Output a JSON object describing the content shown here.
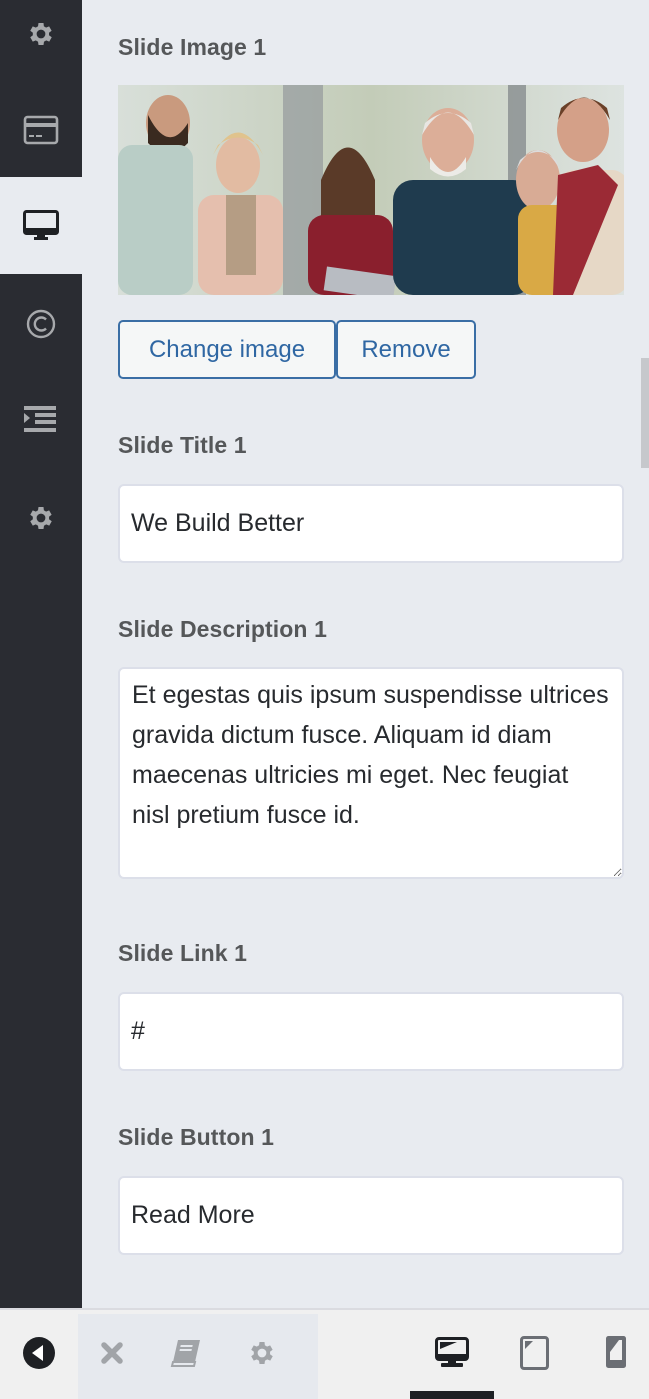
{
  "sidebar": {
    "items": [
      {
        "name": "general-settings",
        "icon": "gear-icon",
        "active": false
      },
      {
        "name": "payment",
        "icon": "credit-card-icon",
        "active": false
      },
      {
        "name": "display",
        "icon": "desktop-icon",
        "active": true
      },
      {
        "name": "copyright",
        "icon": "copyright-icon",
        "active": false
      },
      {
        "name": "menu-indent",
        "icon": "indent-list-icon",
        "active": false
      },
      {
        "name": "advanced-settings",
        "icon": "gear-icon",
        "active": false
      }
    ]
  },
  "form": {
    "image": {
      "label": "Slide Image 1",
      "alt": "Group of six colleagues smiling while looking at a tablet",
      "change_label": "Change image",
      "remove_label": "Remove"
    },
    "title": {
      "label": "Slide Title 1",
      "value": "We Build Better"
    },
    "description": {
      "label": "Slide Description 1",
      "value": "Et egestas quis ipsum suspendisse ultrices gravida dictum fusce. Aliquam id diam maecenas ultricies mi eget. Nec feugiat nisl pretium fusce id."
    },
    "link": {
      "label": "Slide Link 1",
      "value": "#"
    },
    "button": {
      "label": "Slide Button 1",
      "value": "Read More"
    }
  },
  "bottombar": {
    "collapse": {
      "icon": "arrow-left-circle-icon"
    },
    "tools": [
      {
        "name": "close",
        "icon": "close-icon"
      },
      {
        "name": "documentation",
        "icon": "book-icon"
      },
      {
        "name": "settings",
        "icon": "gear-icon"
      }
    ],
    "devices": [
      {
        "name": "desktop",
        "icon": "desktop-icon",
        "active": true
      },
      {
        "name": "tablet",
        "icon": "tablet-icon",
        "active": false
      },
      {
        "name": "mobile",
        "icon": "mobile-icon",
        "active": false
      }
    ]
  },
  "colors": {
    "sidebar_bg": "#2a2c32",
    "content_bg": "#e8ebf0",
    "accent_blue": "#2f67a3",
    "label_gray": "#555759",
    "icon_gray": "#a7a9ac"
  }
}
